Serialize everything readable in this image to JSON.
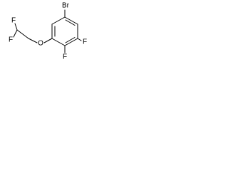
{
  "molecule": {
    "atoms": {
      "bromine": "Br",
      "oxygen": "O",
      "fluorine_chain_top": "F",
      "fluorine_chain_bottom": "F",
      "fluorine_ring_right": "F",
      "fluorine_ring_bottom": "F"
    },
    "colors": {
      "bond": "#000000",
      "label": "#000000",
      "background": "#ffffff"
    }
  }
}
